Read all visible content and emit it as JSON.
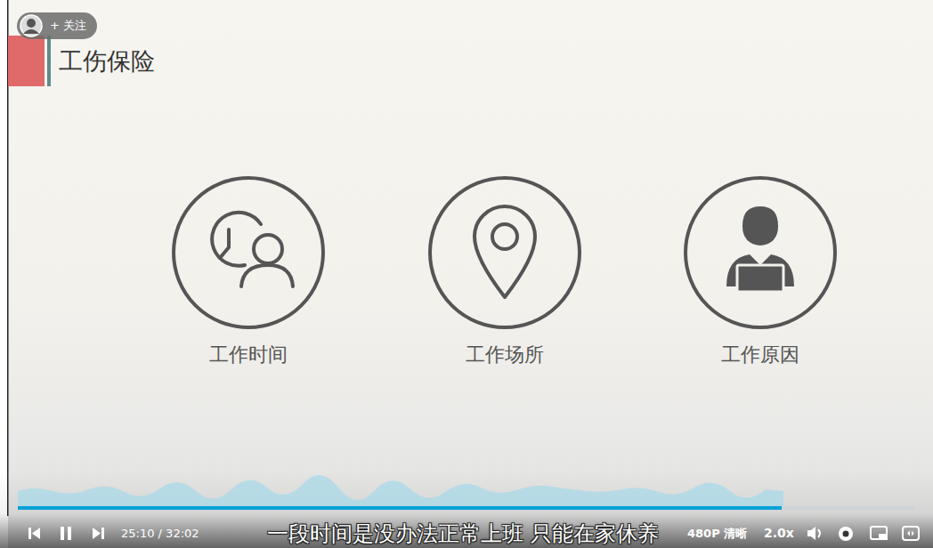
{
  "diagram": {
    "title": "工伤保险",
    "nodes": [
      {
        "text": [
          "工作时间"
        ]
      },
      {
        "text": [
          "工作场所"
        ]
      },
      {
        "text": [
          "工作原因"
        ]
      }
    ],
    "labels": [
      "+ 关注",
      "25:10 / 32:02",
      "一段时间是没办法正常上班 只能在家休养",
      "480P 清晰",
      "2.0x"
    ]
  }
}
